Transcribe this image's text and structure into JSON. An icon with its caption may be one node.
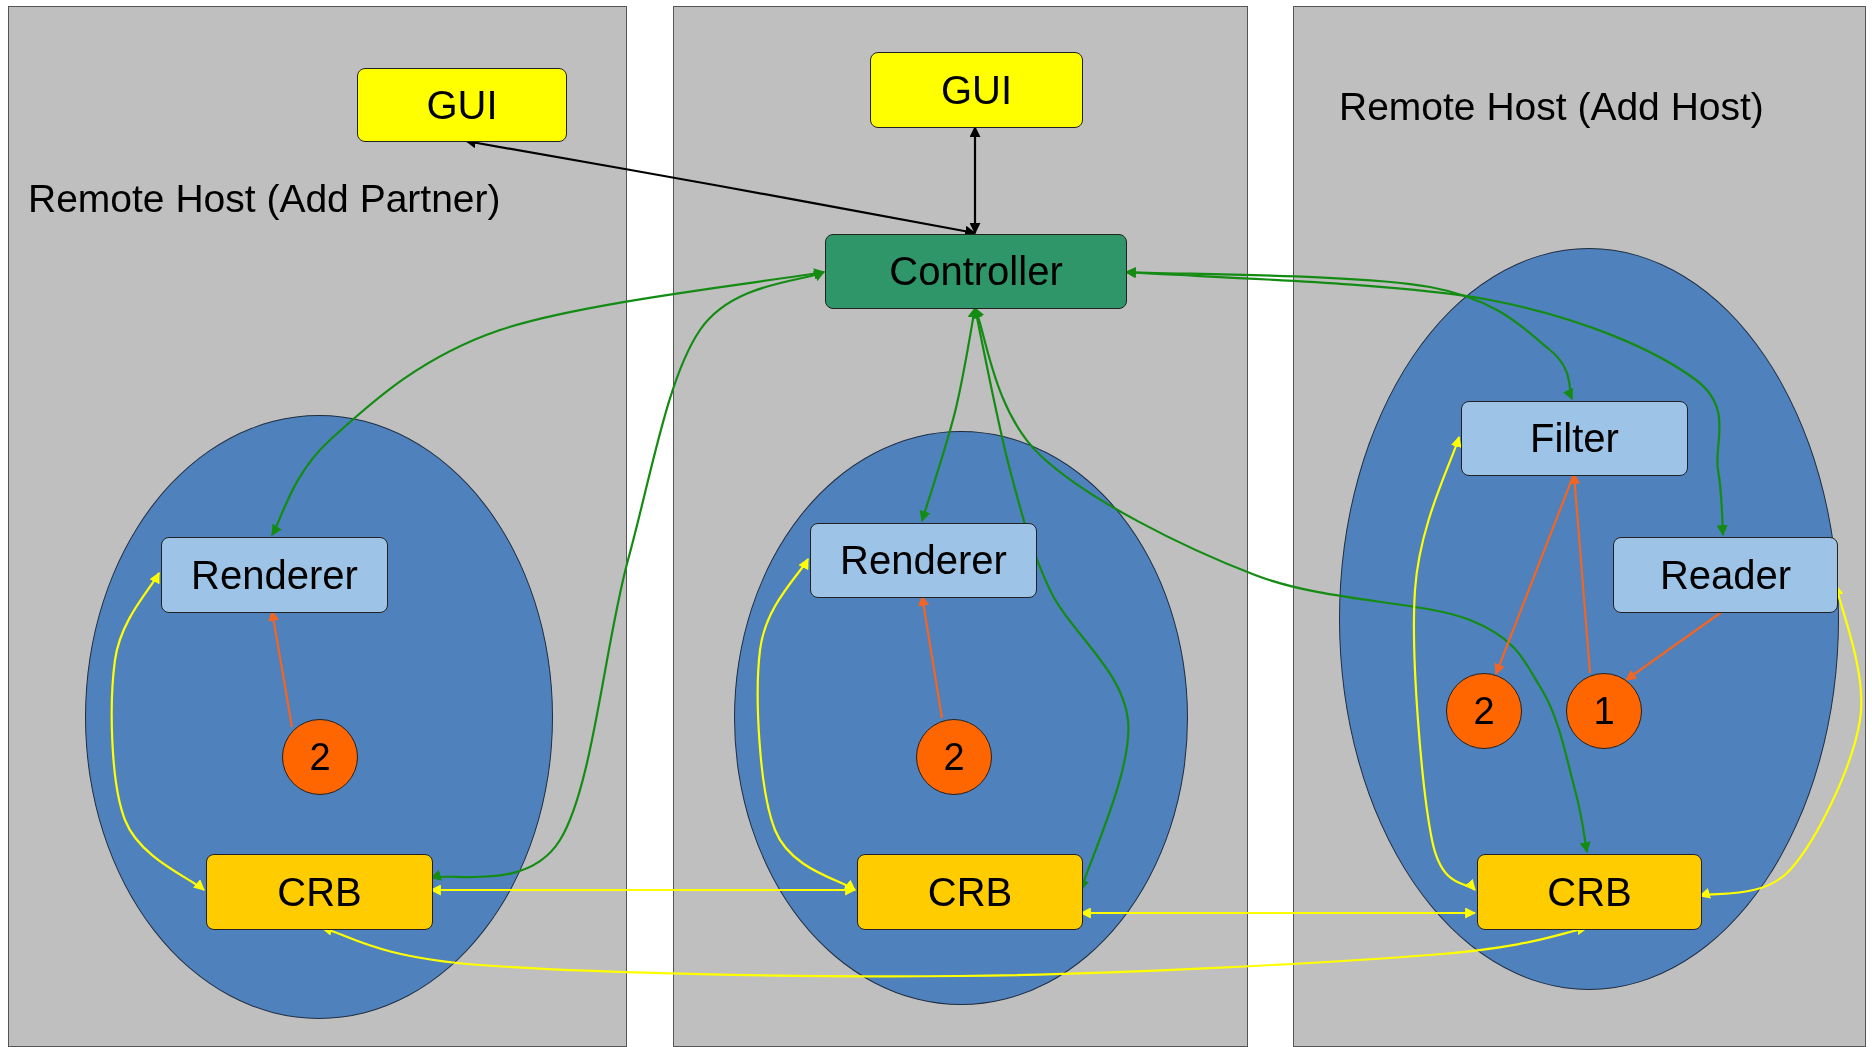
{
  "diagram": {
    "nodes": [
      {
        "text": [
          "Remote Host (Add Partner)"
        ]
      },
      {
        "text": [
          "GUI"
        ],
        "in": 0
      },
      {
        "text": [],
        "shape": "ellipse",
        "in": 0
      },
      {
        "text": [
          "Renderer"
        ],
        "in": 2
      },
      {
        "text": [
          "2"
        ],
        "in": 2
      },
      {
        "text": [
          "CRB"
        ],
        "in": 2
      },
      {
        "text": [],
        "shape": "box"
      },
      {
        "text": [
          "GUI"
        ],
        "in": 6
      },
      {
        "text": [
          "Controller"
        ],
        "in": 6
      },
      {
        "text": [],
        "shape": "ellipse",
        "in": 6
      },
      {
        "text": [
          "Renderer"
        ],
        "in": 9
      },
      {
        "text": [
          "2"
        ],
        "in": 9
      },
      {
        "text": [
          "CRB"
        ],
        "in": 9
      },
      {
        "text": [
          "Remote Host (Add Host)"
        ]
      },
      {
        "text": [],
        "shape": "ellipse",
        "in": 13
      },
      {
        "text": [
          "Filter"
        ],
        "in": 14
      },
      {
        "text": [
          "Reader"
        ],
        "in": 14
      },
      {
        "text": [
          "2"
        ],
        "in": 14
      },
      {
        "text": [
          "1"
        ],
        "in": 14
      },
      {
        "text": [
          "CRB"
        ],
        "in": 14
      }
    ],
    "edges": [
      {
        "from": 1,
        "to": 8,
        "arrow": "both",
        "color": "#000000"
      },
      {
        "from": 7,
        "to": 8,
        "arrow": "both",
        "color": "#000000"
      },
      {
        "from": 8,
        "to": 3,
        "arrow": "both"
      },
      {
        "from": 8,
        "to": 5,
        "arrow": "both"
      },
      {
        "from": 8,
        "to": 10,
        "arrow": "both"
      },
      {
        "from": 8,
        "to": 12,
        "arrow": "both"
      },
      {
        "from": 8,
        "to": 19,
        "arrow": "both"
      },
      {
        "from": 8,
        "to": 15,
        "arrow": "both"
      },
      {
        "from": 8,
        "to": 16,
        "arrow": "both"
      },
      {
        "from": 4,
        "to": 3,
        "arrow": "to",
        "color": "#f26522"
      },
      {
        "from": 11,
        "to": 10,
        "arrow": "to",
        "color": "#f26522"
      },
      {
        "from": 15,
        "to": 17,
        "arrow": "to",
        "color": "#f26522"
      },
      {
        "from": 18,
        "to": 15,
        "arrow": "to",
        "color": "#f26522"
      },
      {
        "from": 16,
        "to": 18,
        "arrow": "to",
        "color": "#f26522"
      },
      {
        "from": 3,
        "to": 5,
        "arrow": "both",
        "color": "#ffff00"
      },
      {
        "from": 10,
        "to": 12,
        "arrow": "both",
        "color": "#ffff00"
      },
      {
        "from": 15,
        "to": 19,
        "arrow": "both",
        "color": "#ffff00"
      },
      {
        "from": 16,
        "to": 19,
        "arrow": "both",
        "color": "#ffff00"
      },
      {
        "from": 5,
        "to": 12,
        "arrow": "both",
        "color": "#ffff00"
      },
      {
        "from": 12,
        "to": 19,
        "arrow": "both",
        "color": "#ffff00"
      },
      {
        "from": 5,
        "to": 19,
        "arrow": "both",
        "color": "#ffff00"
      }
    ]
  }
}
